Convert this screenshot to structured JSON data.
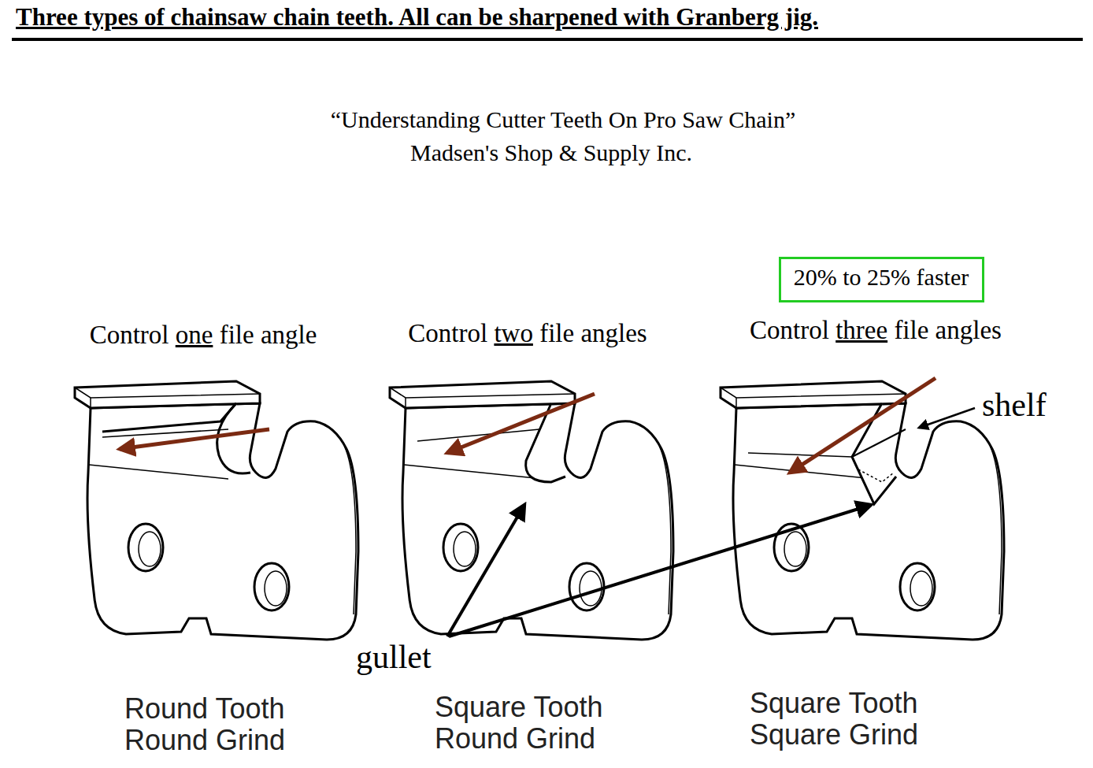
{
  "diagram": {
    "title": "Three types of chainsaw chain teeth. All can be sharpened with Granberg jig.",
    "nodes": [
      {
        "text": [
          "20% to 25% faster"
        ]
      }
    ],
    "labels": [
      "“Understanding Cutter Teeth On Pro Saw Chain”",
      "Madsen's Shop & Supply Inc.",
      "Control one file angle",
      "Control two file angles",
      "Control three file angles",
      "shelf",
      "gullet",
      "Round Tooth Round Grind",
      "Square Tooth Round Grind",
      "Square Tooth Square Grind"
    ]
  }
}
